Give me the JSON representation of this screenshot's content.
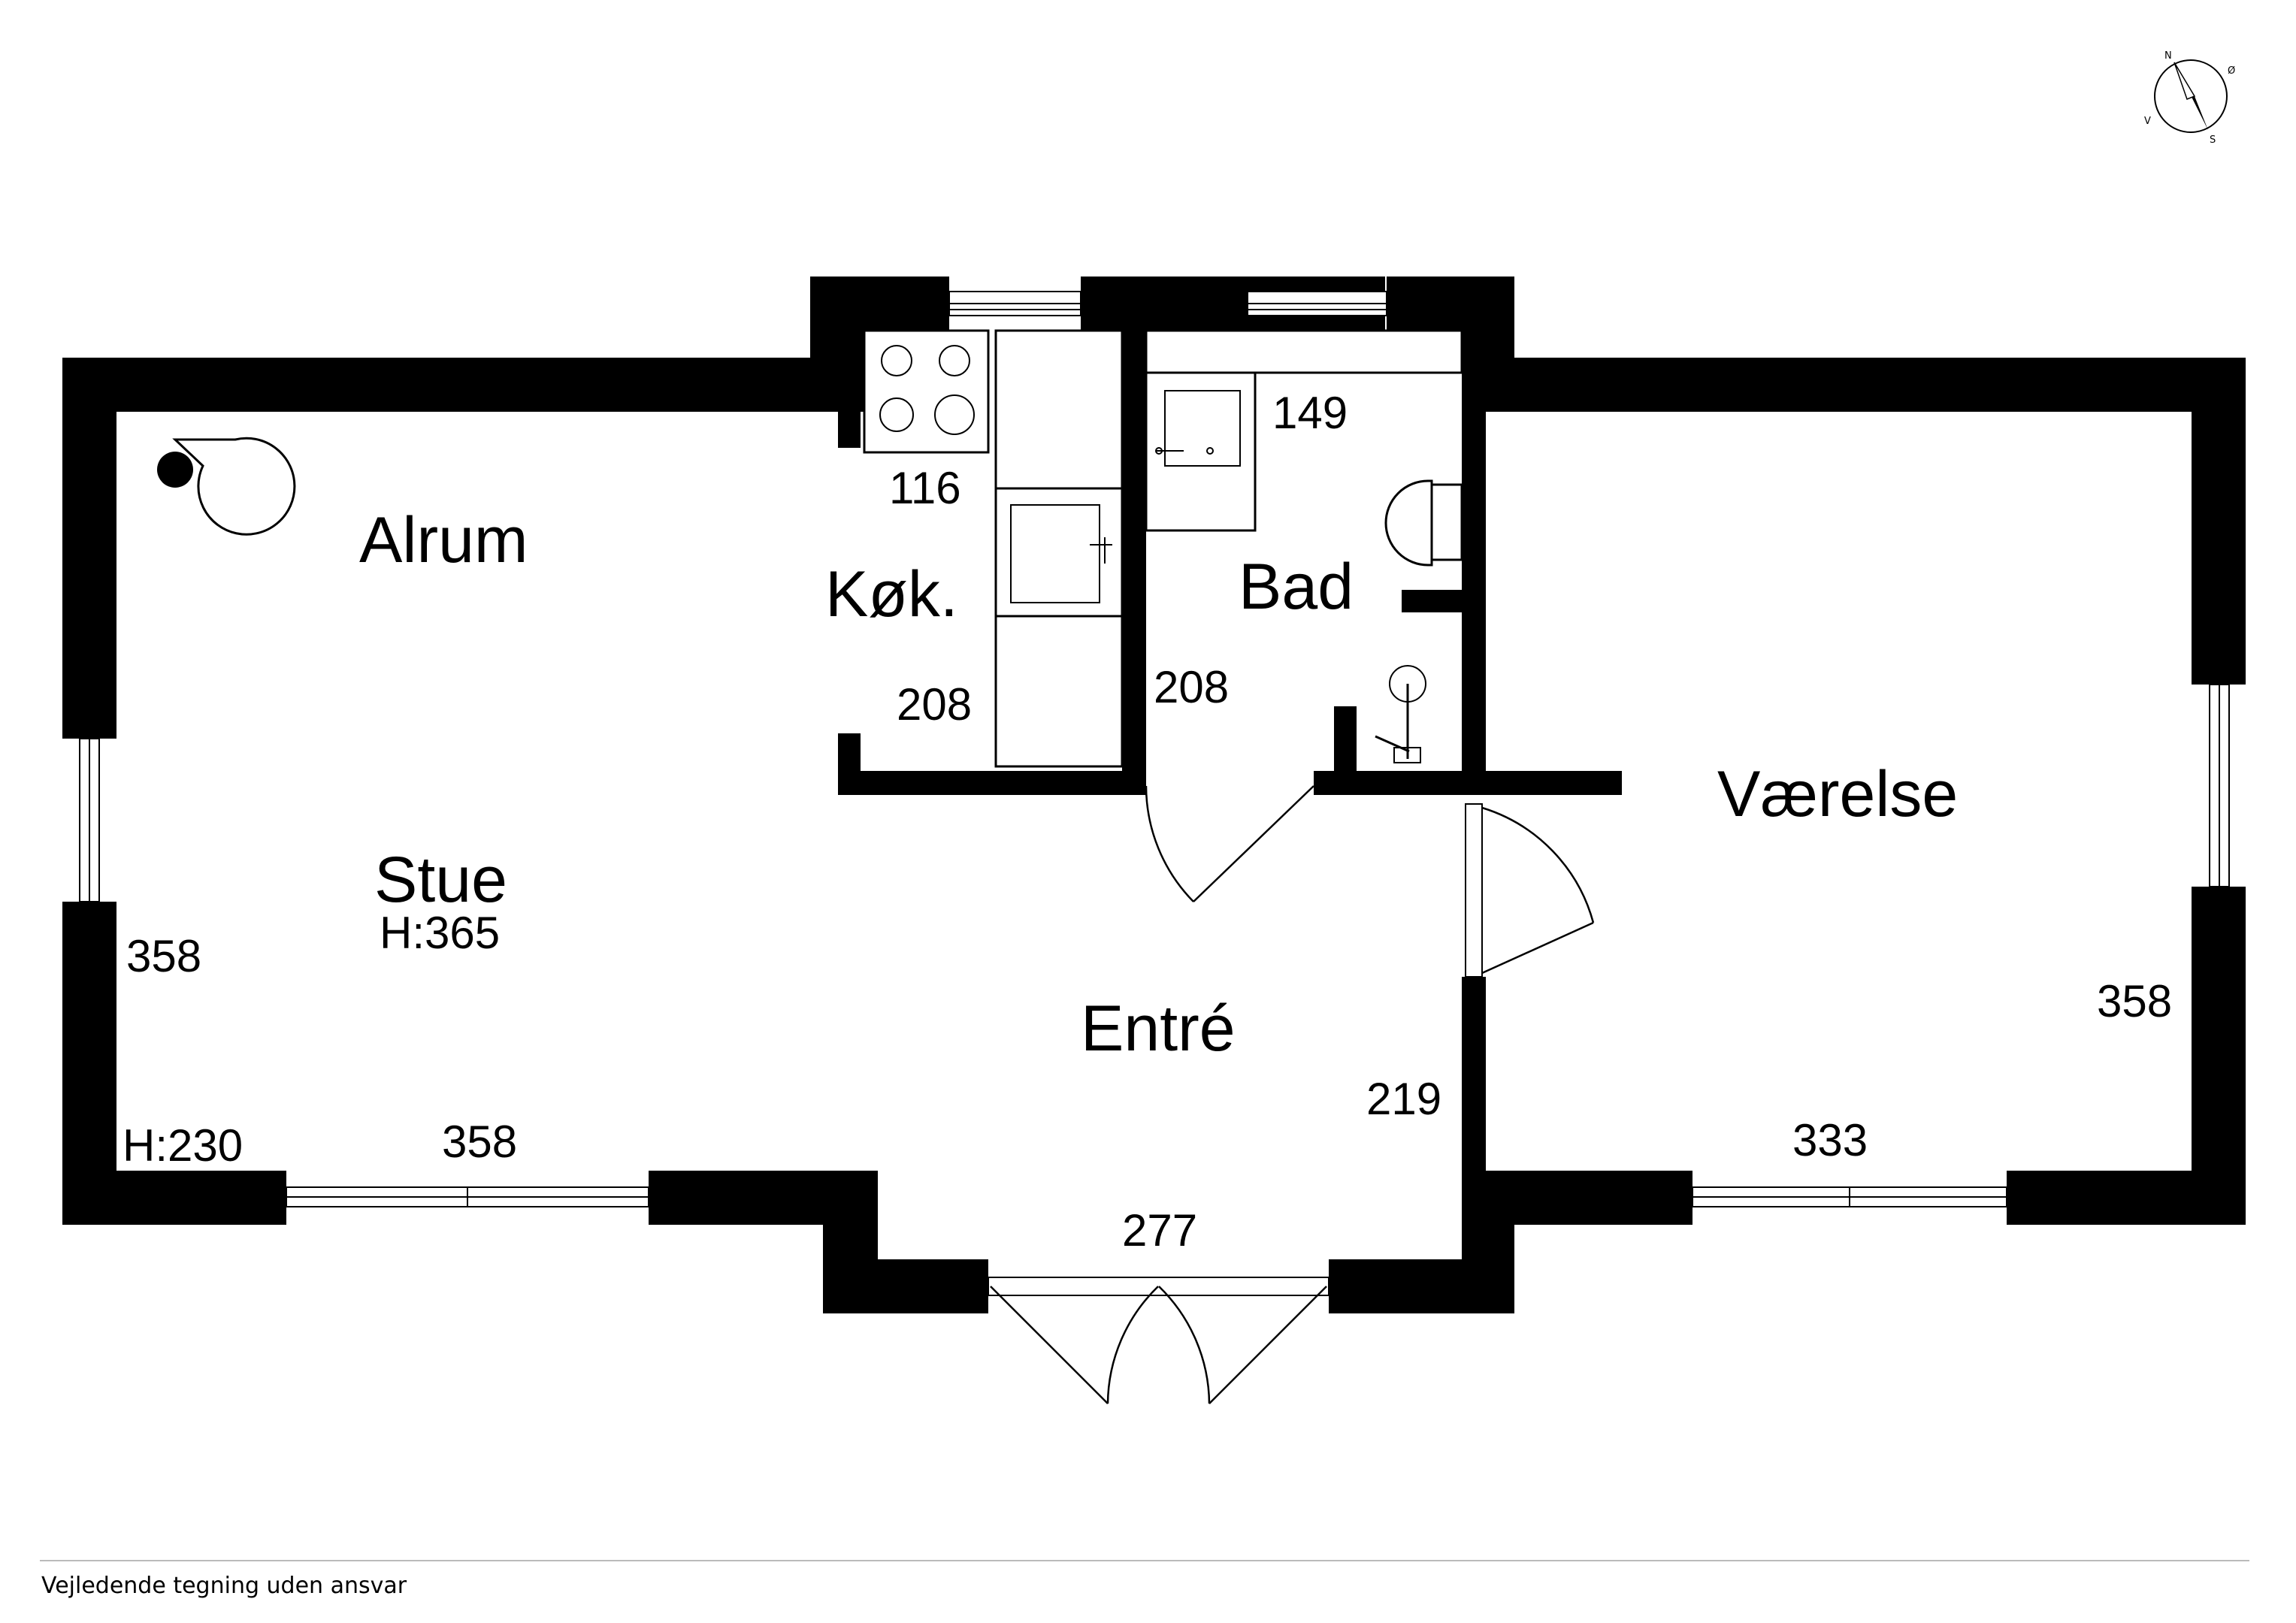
{
  "rooms": {
    "alrum": "Alrum",
    "kokken": "Køk.",
    "bad": "Bad",
    "stue": "Stue",
    "stue_height": "H:365",
    "entre": "Entré",
    "vaerelse": "Værelse"
  },
  "dimensions": {
    "kitchen_top": "116",
    "bath_top": "149",
    "kitchen_side": "208",
    "bath_side": "208",
    "stue_left": "358",
    "stue_height_window": "H:230",
    "stue_bottom": "358",
    "entre_bottom": "277",
    "entre_right": "219",
    "vaerelse_bottom": "333",
    "vaerelse_right": "358"
  },
  "compass": {
    "n": "N",
    "e": "Ø",
    "s": "S",
    "w": "V"
  },
  "footer": {
    "disclaimer": "Vejledende tegning uden ansvar"
  }
}
